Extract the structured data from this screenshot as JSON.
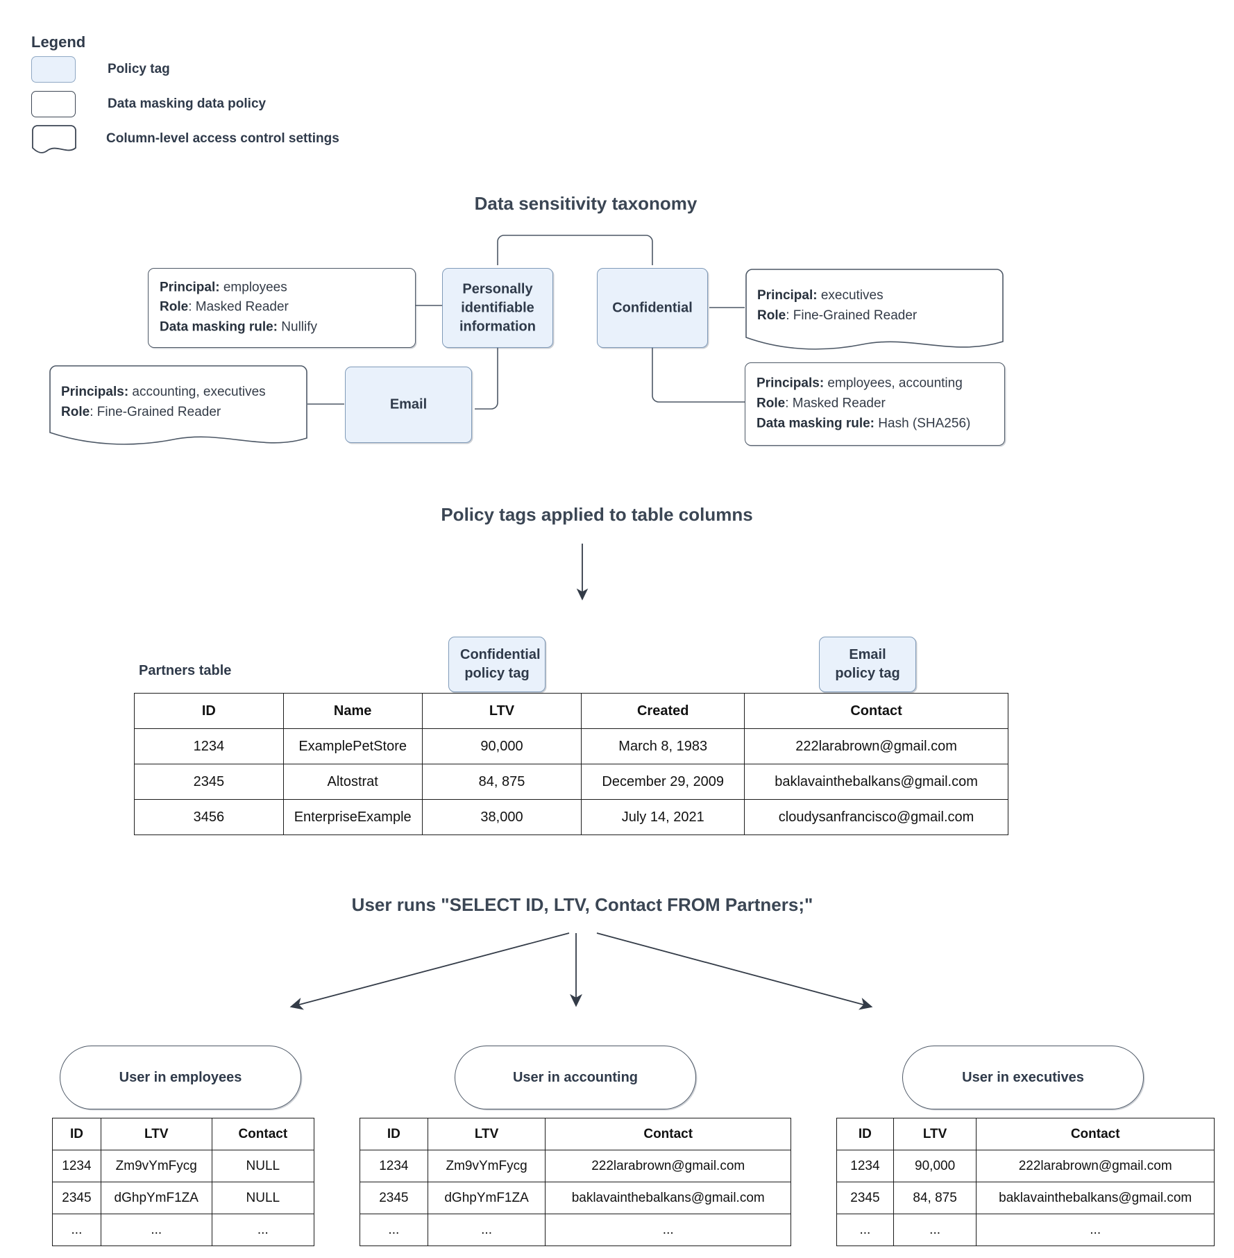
{
  "legend": {
    "title": "Legend",
    "items": [
      {
        "label": "Policy tag",
        "style": "policy"
      },
      {
        "label": "Data masking data policy",
        "style": "plain"
      },
      {
        "label": "Column-level access control settings",
        "style": "wavy"
      }
    ]
  },
  "taxonomy": {
    "heading": "Data sensitivity taxonomy",
    "tags": {
      "pii": "Personally\nidentifiable\ninformation",
      "pii_line1": "Personally",
      "pii_line2": "identifiable",
      "pii_line3": "information",
      "confidential": "Confidential",
      "email": "Email"
    },
    "pii_masking": {
      "principal_key": "Principal:",
      "principal_val": " employees",
      "role_key": "Role",
      "role_val": ": Masked Reader",
      "rule_key": "Data masking rule:",
      "rule_val": " Nullify"
    },
    "email_access": {
      "principal_key": "Principals:",
      "principal_val": " accounting, executives",
      "role_key": "Role",
      "role_val": ": Fine-Grained Reader"
    },
    "confidential_access": {
      "principal_key": "Principal:",
      "principal_val": " executives",
      "role_key": "Role",
      "role_val": ": Fine-Grained Reader"
    },
    "confidential_masking": {
      "principal_key": "Principals:",
      "principal_val": " employees, accounting",
      "role_key": "Role",
      "role_val": ": Masked Reader",
      "rule_key": "Data masking rule:",
      "rule_val": " Hash (SHA256)"
    }
  },
  "applied": {
    "heading": "Policy tags applied to table columns",
    "table_label": "Partners table",
    "tag_confidential_line1": "Confidential",
    "tag_confidential_line2": "policy tag",
    "tag_email_line1": "Email",
    "tag_email_line2": "policy tag"
  },
  "partners_table": {
    "columns": [
      "ID",
      "Name",
      "LTV",
      "Created",
      "Contact"
    ],
    "rows": [
      [
        "1234",
        "ExamplePetStore",
        "90,000",
        "March 8, 1983",
        "222larabrown@gmail.com"
      ],
      [
        "2345",
        "Altostrat",
        "84, 875",
        "December 29, 2009",
        "baklavainthebalkans@gmail.com"
      ],
      [
        "3456",
        "EnterpriseExample",
        "38,000",
        "July 14, 2021",
        "cloudysanfrancisco@gmail.com"
      ]
    ]
  },
  "query": {
    "heading": "User runs \"SELECT ID, LTV, Contact FROM Partners;\""
  },
  "results": [
    {
      "persona": "User in employees",
      "columns": [
        "ID",
        "LTV",
        "Contact"
      ],
      "rows": [
        [
          "1234",
          "Zm9vYmFycg",
          "NULL"
        ],
        [
          "2345",
          "dGhpYmF1ZA",
          "NULL"
        ],
        [
          "...",
          "...",
          "..."
        ]
      ]
    },
    {
      "persona": "User in accounting",
      "columns": [
        "ID",
        "LTV",
        "Contact"
      ],
      "rows": [
        [
          "1234",
          "Zm9vYmFycg",
          "222larabrown@gmail.com"
        ],
        [
          "2345",
          "dGhpYmF1ZA",
          "baklavainthebalkans@gmail.com"
        ],
        [
          "...",
          "...",
          "..."
        ]
      ]
    },
    {
      "persona": "User in executives",
      "columns": [
        "ID",
        "LTV",
        "Contact"
      ],
      "rows": [
        [
          "1234",
          "90,000",
          "222larabrown@gmail.com"
        ],
        [
          "2345",
          "84, 875",
          "baklavainthebalkans@gmail.com"
        ],
        [
          "...",
          "...",
          "..."
        ]
      ]
    }
  ],
  "colors": {
    "policy_tag_fill": "#e9f1fb",
    "policy_tag_border": "#7f9ab8",
    "box_border": "#4c5765",
    "text": "#2f3a4a",
    "table_border": "#1c1c1c"
  }
}
